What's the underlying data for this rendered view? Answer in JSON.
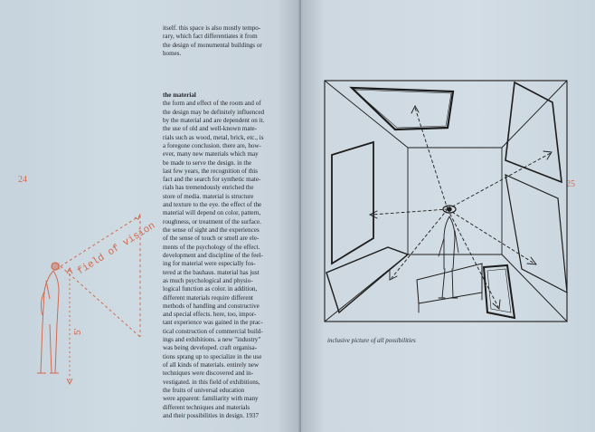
{
  "pages": {
    "left_number": "24",
    "right_number": "25"
  },
  "text_top": [
    "itself. this space is also mostly tempo-",
    "rary, which fact differentiates it from",
    "the design of monumental buildings or",
    "homes."
  ],
  "section": {
    "heading": "the material",
    "lines": [
      "the form and effect of the room and of",
      "the design may be definitely influenced",
      "by the material and are dependent on it.",
      "the use of old and well-known mate-",
      "rials such as wood, metal, brick, etc., is",
      "a foregone conclusion.  there are, how-",
      "ever, many new materials which may",
      "be made to serve the design.  in the",
      "last few years, the recognition of this",
      "fact and the search for synthetic mate-",
      "rials has tremendously enriched the",
      "store of media.  material is structure",
      "and texture to the eye.  the effect of the",
      "material will depend on color, pattern,",
      "roughness, or treatment of the surface.",
      "the sense of sight and the experiences",
      "of the sense of touch or smell are ele-",
      "ments of the psychology of the effect.",
      "development and discipline of the feel-",
      "ing for material were especially fos-",
      "tered at the bauhaus.  material has just",
      "as much psychological and physio-",
      "logical function as color.  in addition,",
      "different materials require different",
      "methods of handling and constructive",
      "and special effects.  here, too, impor-",
      "tant experience was gained in the prac-",
      "tical construction of commercial build-",
      "ings and exhibitions.  a new \"industry\"",
      "was being developed.  craft organisa-",
      "tions sprang up to specialize in the use",
      "of all kinds of materials.  entirely new",
      "techniques were discovered and in-",
      "vestigated.  in this field of exhibitions,",
      "the fruits of universal education",
      "were apparent: familiarity with many",
      "different techniques and materials",
      "and their possibilities in design.   1937"
    ]
  },
  "figure_left": {
    "label_vision": "field of vision",
    "label_height": "5'"
  },
  "figure_right": {
    "caption": "inclusive picture of all possibilities"
  },
  "colors": {
    "ink_red": "#d2694f",
    "ink_black": "#1c1c1c",
    "paper": "#cfdbe3"
  }
}
